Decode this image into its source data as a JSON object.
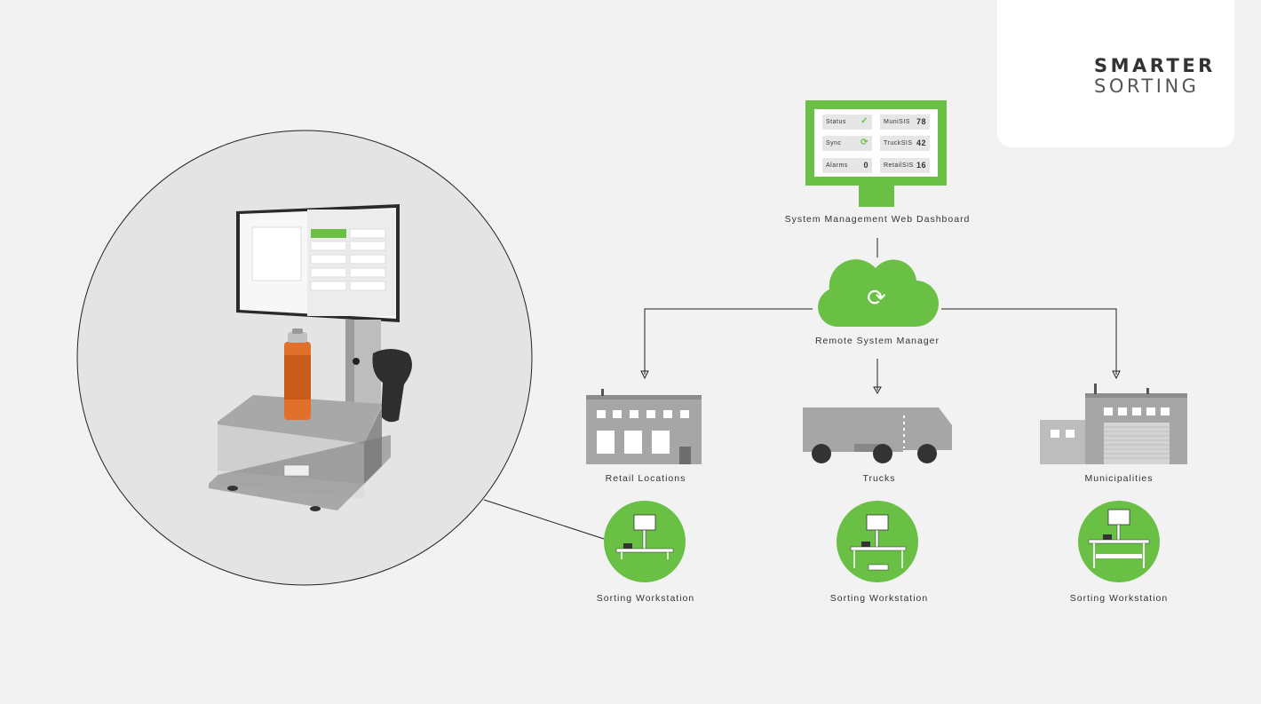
{
  "logo": {
    "line1": "SMARTER",
    "line2": "SORTING"
  },
  "dashboard": {
    "caption": "System Management Web Dashboard",
    "tiles": [
      {
        "name": "Status",
        "value": "",
        "icon": "check-icon"
      },
      {
        "name": "MuniSIS",
        "value": "78"
      },
      {
        "name": "Sync",
        "value": "",
        "icon": "sync-icon"
      },
      {
        "name": "TruckSIS",
        "value": "42"
      },
      {
        "name": "Alarms",
        "value": "0"
      },
      {
        "name": "RetailSIS",
        "value": "16"
      }
    ]
  },
  "cloud": {
    "caption": "Remote System Manager",
    "icon": "sync-icon"
  },
  "locations": [
    {
      "caption": "Retail Locations",
      "workstation": "Sorting Workstation"
    },
    {
      "caption": "Trucks",
      "workstation": "Sorting Workstation"
    },
    {
      "caption": "Municipalities",
      "workstation": "Sorting Workstation"
    }
  ],
  "colors": {
    "green": "#6abf45",
    "gray": "#a6a6a6",
    "lightgray": "#bdbdbd"
  }
}
